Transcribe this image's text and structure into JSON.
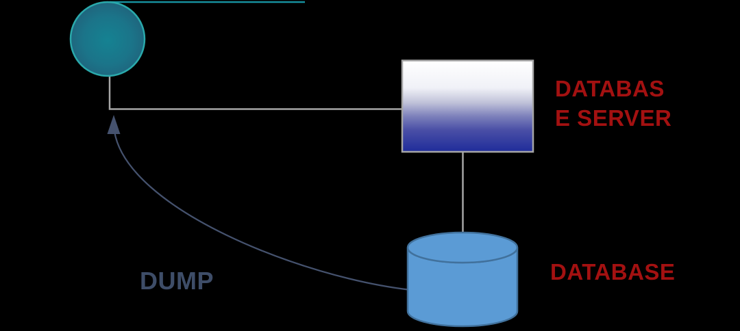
{
  "diagram": {
    "type": "flow-diagram",
    "background_color": "#000000"
  },
  "labels": {
    "database_server_line1": "DATABAS",
    "database_server_line2": "E SERVER",
    "database": "DATABASE",
    "dump": "DUMP"
  },
  "nodes": [
    {
      "id": "sphere-node",
      "shape": "circle",
      "fill_center_color": "#158292",
      "fill_edge_color": "#215e78",
      "border_color": "#2aa9ab"
    },
    {
      "id": "database-server-box",
      "shape": "rectangle",
      "gradient_top_color": "#ffffff",
      "gradient_bottom_color": "#1f2c9a",
      "border_color": "#a6a6a6",
      "label": "DATABASE SERVER"
    },
    {
      "id": "database-cylinder",
      "shape": "cylinder",
      "fill_color": "#5b9bd5",
      "stroke_color": "#41719c",
      "label": "DATABASE"
    }
  ],
  "connectors": [
    {
      "id": "teal-top-line",
      "from": "sphere-node",
      "direction": "right",
      "color": "#16919f"
    },
    {
      "id": "circle-to-server-connector",
      "from": "sphere-node",
      "to": "database-server-box",
      "color": "#a6a6a6"
    },
    {
      "id": "server-to-database-connector",
      "from": "database-server-box",
      "to": "database-cylinder",
      "color": "#a6a6a6"
    },
    {
      "id": "dump-arrow",
      "from": "database-cylinder",
      "to": "sphere-node",
      "style": "curved",
      "arrowhead": "up",
      "color": "#45526e",
      "label": "DUMP"
    }
  ],
  "colors": {
    "label_red": "#a31111",
    "dump_text_blue": "#3e4d68",
    "connector_gray": "#a6a6a6"
  }
}
